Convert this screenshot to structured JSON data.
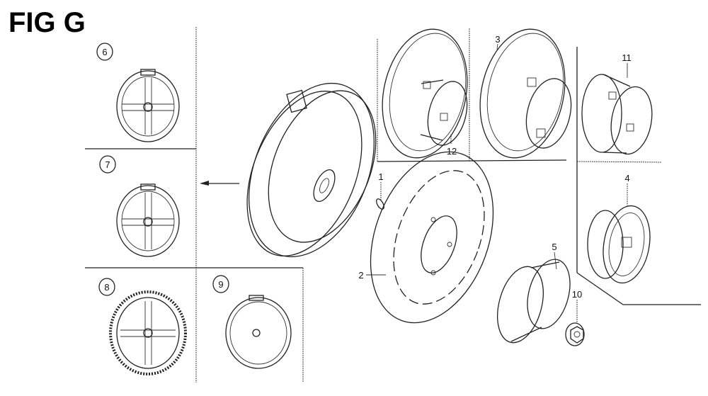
{
  "title": "FIG G",
  "callouts": {
    "p1": "1",
    "p2": "2",
    "p3": "3",
    "p4": "4",
    "p5": "5",
    "p6": "6",
    "p7": "7",
    "p8": "8",
    "p9": "9",
    "p10": "10",
    "p11": "11",
    "p12": "12"
  }
}
